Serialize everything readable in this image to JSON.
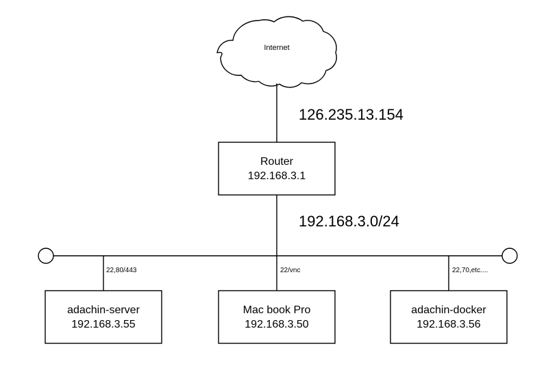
{
  "diagram": {
    "cloud": {
      "label": "Internet"
    },
    "wan": {
      "ip_label": "126.235.13.154"
    },
    "lan": {
      "net_label": "192.168.3.0/24"
    },
    "router": {
      "name": "Router",
      "ip": "192.168.3.1"
    },
    "nodes": [
      {
        "name": "adachin-server",
        "ip": "192.168.3.55",
        "ports": "22,80/443"
      },
      {
        "name": "Mac book Pro",
        "ip": "192.168.3.50",
        "ports": "22/vnc"
      },
      {
        "name": "adachin-docker",
        "ip": "192.168.3.56",
        "ports": "22,70,etc...."
      }
    ]
  }
}
